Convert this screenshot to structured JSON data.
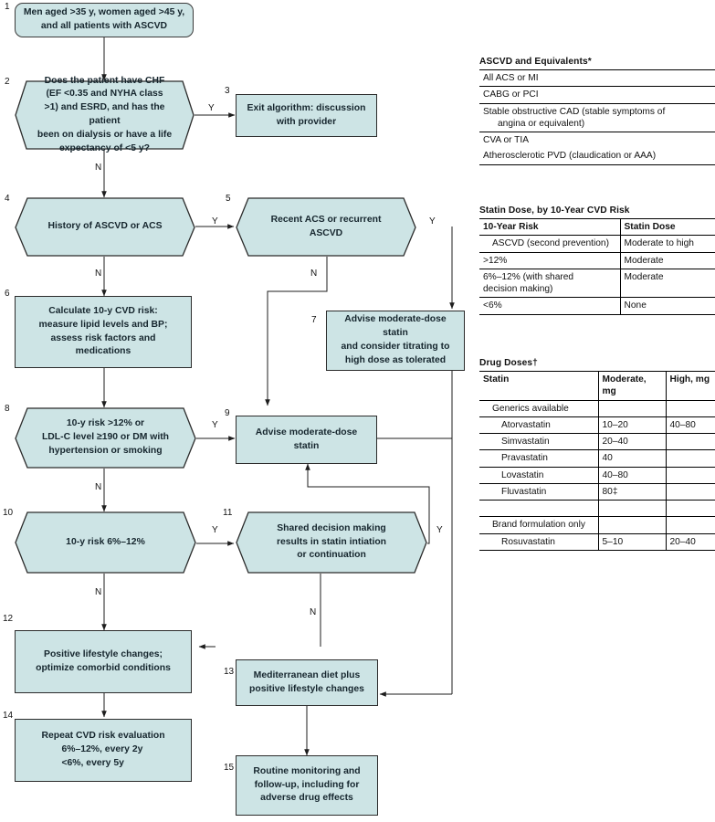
{
  "figure": {
    "type": "clinical-decision-flowchart",
    "fill_color": "#cde4e5",
    "line_color": "#2b2b2b"
  },
  "nodes": [
    {
      "num": "1",
      "shape": "rounded-rect",
      "text": "Men aged >35 y, women aged >45 y, and all patients with ASCVD"
    },
    {
      "num": "2",
      "shape": "hexagon",
      "text": "Does the patient have CHF (EF <0.35 and NYHA class >1) and ESRD, and has the patient been on dialysis or have a life expectancy of <5 y?"
    },
    {
      "num": "3",
      "shape": "rect",
      "text": "Exit algorithm: discussion with provider"
    },
    {
      "num": "4",
      "shape": "hexagon",
      "text": "History of ASCVD or ACS"
    },
    {
      "num": "5",
      "shape": "hexagon",
      "text": "Recent ACS or recurrent ASCVD"
    },
    {
      "num": "6",
      "shape": "rect",
      "text": "Calculate 10-y CVD risk: measure lipid levels and BP; assess risk factors and medications"
    },
    {
      "num": "7",
      "shape": "rect",
      "text": "Advise moderate-dose statin and consider titrating to high dose as tolerated"
    },
    {
      "num": "8",
      "shape": "hexagon",
      "text": "10-y risk >12% or LDL-C level ≥190 or DM with hypertension or smoking"
    },
    {
      "num": "9",
      "shape": "rect",
      "text": "Advise moderate-dose statin"
    },
    {
      "num": "10",
      "shape": "hexagon",
      "text": "10-y risk 6%–12%"
    },
    {
      "num": "11",
      "shape": "hexagon",
      "text": "Shared decision making results in statin intiation or continuation"
    },
    {
      "num": "12",
      "shape": "rect",
      "text": "Positive lifestyle changes; optimize comorbid conditions"
    },
    {
      "num": "13",
      "shape": "rect",
      "text": "Mediterranean diet plus positive lifestyle changes"
    },
    {
      "num": "14",
      "shape": "rect",
      "text": "Repeat CVD risk evaluation 6%–12%, every 2y <6%, every 5y"
    },
    {
      "num": "15",
      "shape": "rect",
      "text": "Routine monitoring and follow-up, including for adverse drug effects"
    }
  ],
  "node_lines": {
    "n1": [
      "Men aged >35 y, women aged >45 y,",
      "and all patients with ASCVD"
    ],
    "n2": [
      "Does the patient have CHF",
      "(EF <0.35 and NYHA class",
      ">1) and ESRD, and has the patient",
      "been on dialysis or have a life",
      "expectancy of <5 y?"
    ],
    "n3": [
      "Exit algorithm: discussion",
      "with provider"
    ],
    "n4": [
      "History of ASCVD or ACS"
    ],
    "n5": [
      "Recent ACS or recurrent",
      "ASCVD"
    ],
    "n6": [
      "Calculate 10-y CVD risk:",
      "measure lipid levels and BP;",
      "assess risk factors and",
      "medications"
    ],
    "n7": [
      "Advise moderate-dose statin",
      "and consider titrating to",
      "high dose as tolerated"
    ],
    "n8": [
      "10-y risk >12% or",
      "LDL-C level ≥190 or DM with",
      "hypertension or smoking"
    ],
    "n9": [
      "Advise moderate-dose statin"
    ],
    "n10": [
      "10-y risk 6%–12%"
    ],
    "n11": [
      "Shared decision making",
      "results in statin intiation",
      "or continuation"
    ],
    "n12": [
      "Positive lifestyle changes;",
      "optimize comorbid conditions"
    ],
    "n13": [
      "Mediterranean diet plus",
      "positive lifestyle changes"
    ],
    "n14": [
      "Repeat CVD risk evaluation",
      "6%–12%, every 2y",
      "<6%, every 5y"
    ],
    "n15": [
      "Routine monitoring and",
      "follow-up, including for",
      "adverse drug effects"
    ]
  },
  "step_numbers": {
    "s1": "1",
    "s2": "2",
    "s3": "3",
    "s4": "4",
    "s5": "5",
    "s6": "6",
    "s7": "7",
    "s8": "8",
    "s9": "9",
    "s10": "10",
    "s11": "11",
    "s12": "12",
    "s13": "13",
    "s14": "14",
    "s15": "15"
  },
  "edge_labels": {
    "e2_yes": "Y",
    "e2_no": "N",
    "e4_yes": "Y",
    "e4_no": "N",
    "e5_yes": "Y",
    "e5_no": "N",
    "e8_yes": "Y",
    "e8_no": "N",
    "e10_yes": "Y",
    "e10_no": "N",
    "e11_yes": "Y",
    "e11_no": "N"
  },
  "tables": {
    "ascvd": {
      "title": "ASCVD and Equivalents*",
      "rows": [
        "All ACS or MI",
        "CABG or PCI",
        "Stable obstructive CAD (stable symptoms of angina or equivalent)",
        "CVA or TIA",
        "Atherosclerotic PVD (claudication or AAA)"
      ],
      "row3_lines": [
        "Stable obstructive CAD (stable symptoms of",
        "angina or equivalent)"
      ]
    },
    "statin_dose": {
      "title": "Statin Dose, by 10-Year CVD Risk",
      "headers": [
        "10-Year Risk",
        "Statin Dose"
      ],
      "rows": [
        {
          "risk": "ASCVD (second prevention)",
          "dose": "Moderate to high",
          "indent": 1
        },
        {
          "risk": ">12%",
          "dose": "Moderate",
          "indent": 0
        },
        {
          "risk": "6%–12% (with shared decision making)",
          "dose": "Moderate",
          "indent": 0
        },
        {
          "risk": "<6%",
          "dose": "None",
          "indent": 0
        }
      ],
      "row3_lines": [
        "6%–12% (with shared",
        "decision making)"
      ]
    },
    "drug_doses": {
      "title": "Drug Doses†",
      "headers": [
        "Statin",
        "Moderate, mg",
        "High, mg"
      ],
      "rows": [
        {
          "statin": "Generics available",
          "moderate": "",
          "high": "",
          "indent": 1,
          "group": true
        },
        {
          "statin": "Atorvastatin",
          "moderate": "10–20",
          "high": "40–80",
          "indent": 2
        },
        {
          "statin": "Simvastatin",
          "moderate": "20–40",
          "high": "",
          "indent": 2
        },
        {
          "statin": "Pravastatin",
          "moderate": "40",
          "high": "",
          "indent": 2
        },
        {
          "statin": "Lovastatin",
          "moderate": "40–80",
          "high": "",
          "indent": 2
        },
        {
          "statin": "Fluvastatin",
          "moderate": "80‡",
          "high": "",
          "indent": 2
        },
        {
          "statin": "",
          "moderate": "",
          "high": "",
          "indent": 0,
          "spacer": true
        },
        {
          "statin": "Brand formulation only",
          "moderate": "",
          "high": "",
          "indent": 1,
          "group": true
        },
        {
          "statin": "Rosuvastatin",
          "moderate": "5–10",
          "high": "20–40",
          "indent": 2
        }
      ]
    }
  }
}
